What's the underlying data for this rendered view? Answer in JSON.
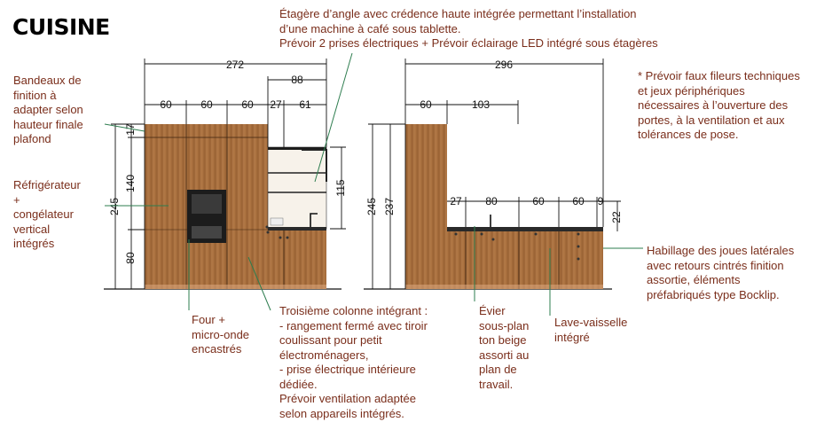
{
  "title": "CUISINE",
  "notes": {
    "top": "Étagère d’angle avec crédence haute intégrée permettant l’installation\nd’une machine à café sous tablette.\nPrévoir 2 prises électriques  + Prévoir éclairage LED intégré sous étagères",
    "bandeaux": "Bandeaux de\nfinition à\nadapter selon\nhauteur finale\nplafond",
    "refrigerateur": "Réfrigérateur\n+\ncongélateur\nvertical\nintégrés",
    "four": "Four +\nmicro-onde\nencastrés",
    "troisieme": "Troisième colonne intégrant :\n- rangement fermé avec tiroir\ncoulissant pour petit\nélectroménagers,\n- prise électrique intérieure\ndédiée.\nPrévoir ventilation adaptée\nselon appareils intégrés.",
    "evier": "Évier\nsous-plan\nton beige\nassorti au\nplan de\ntravail.",
    "lave": "Lave-vaisselle\nintégré",
    "prevoir": "* Prévoir faux fileurs techniques\net jeux périphériques\nnécessaires à l’ouverture des\nportes, à la ventilation et aux\ntolérances de pose.",
    "habillage": "Habillage des joues latérales\navec retours cintrés finition\nassortie, éléments\npréfabriqués type Bocklip."
  },
  "dimensions": {
    "left_total": "272",
    "left_shelf": "88",
    "left_cols": [
      "60",
      "60",
      "60",
      "27",
      "61"
    ],
    "left_heights": [
      "17",
      "140",
      "245",
      "80"
    ],
    "left_shelf_height": "115",
    "right_total": "296",
    "right_top": [
      "60",
      "103"
    ],
    "right_heights": [
      "245",
      "237"
    ],
    "right_base": [
      "27",
      "80",
      "60",
      "60",
      "9"
    ],
    "right_counter": "22"
  },
  "colors": {
    "wood": "#a8703f",
    "wood_dark": "#7e4e27",
    "text": "#7a2e1b",
    "leader": "#2e7d4f",
    "line": "#111111"
  }
}
